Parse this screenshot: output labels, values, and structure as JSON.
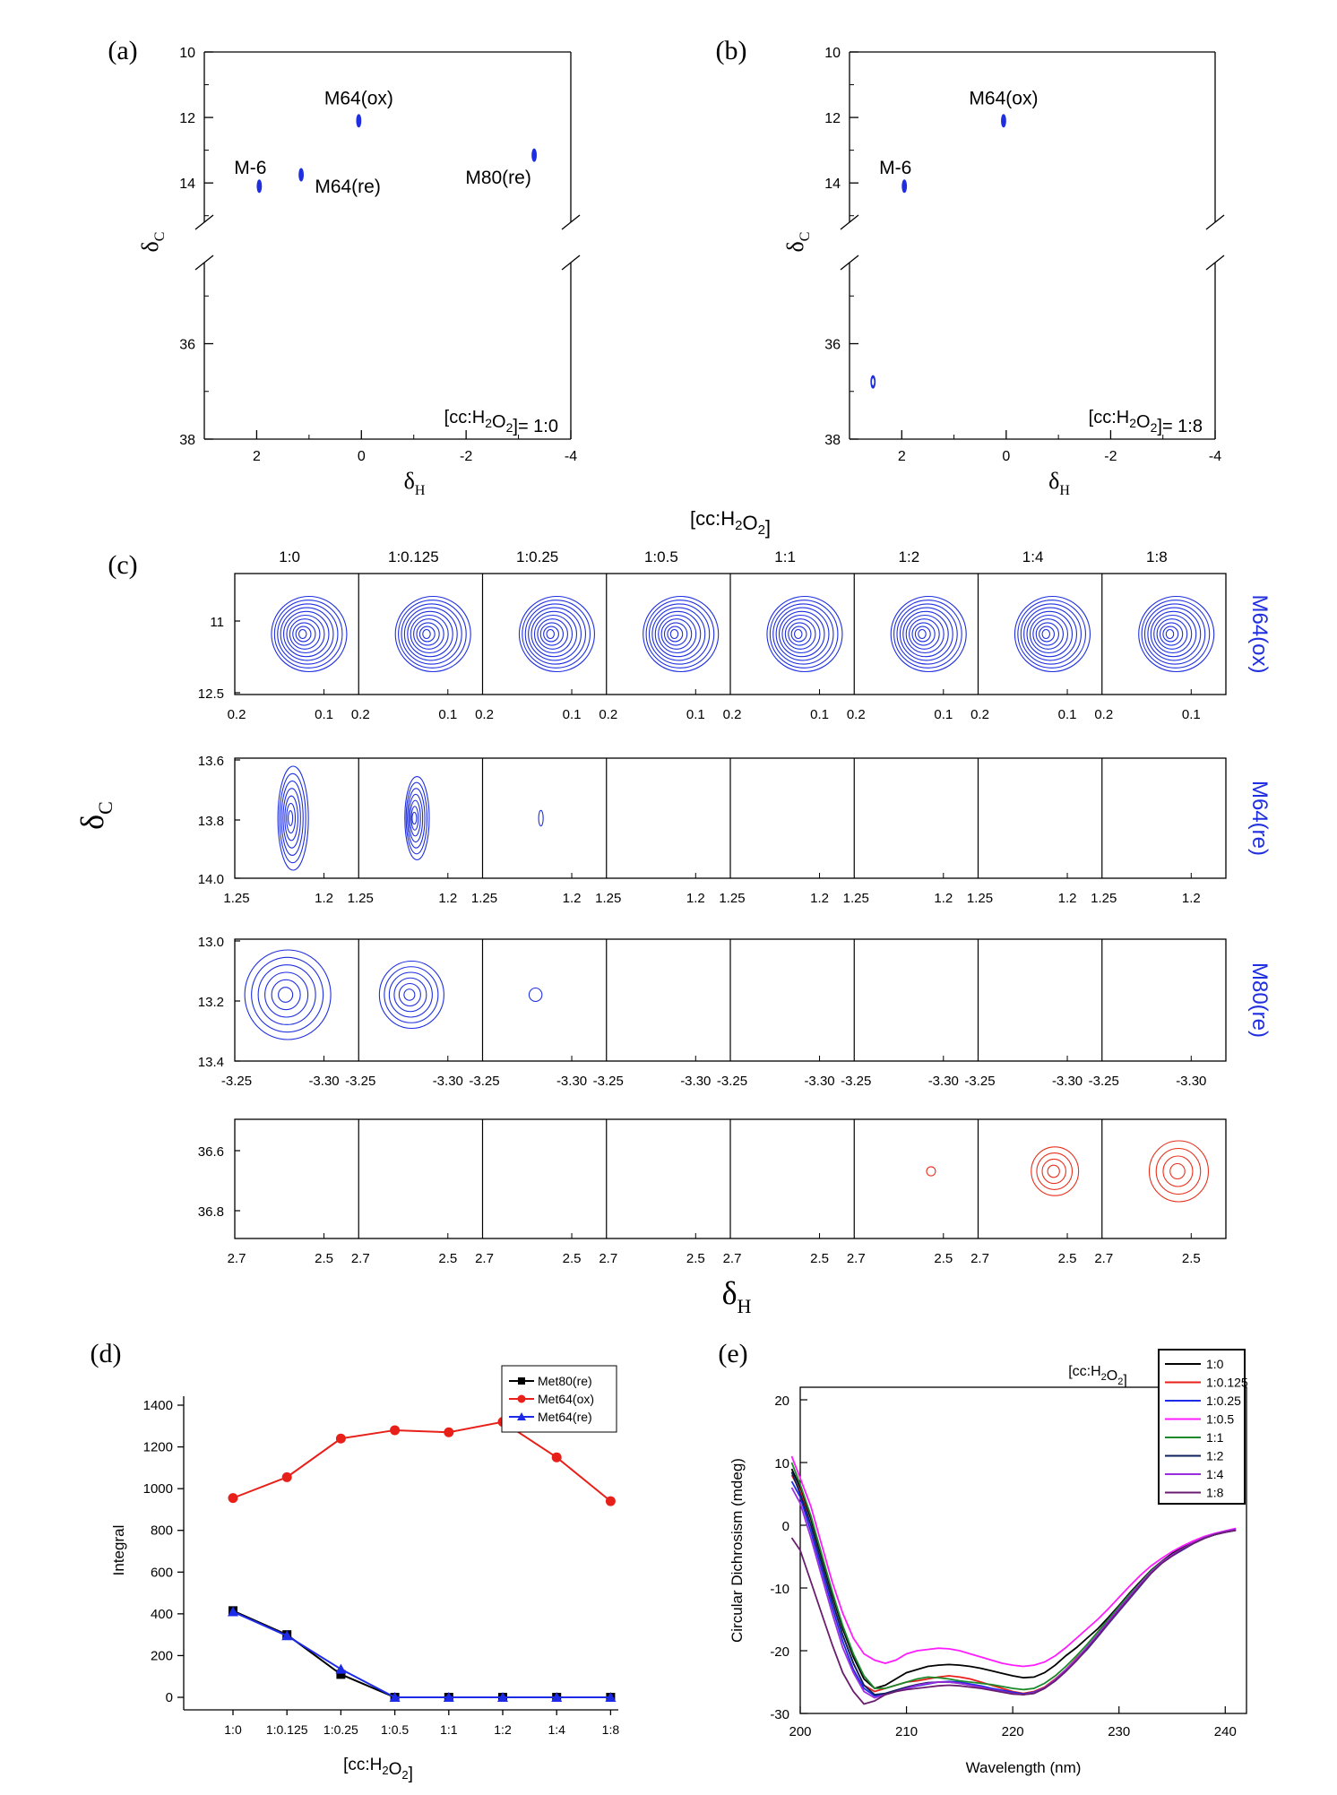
{
  "chart_data": [
    {
      "panel": "(a)",
      "type": "scatter",
      "xlabel": "δH",
      "ylabel": "δC",
      "xlim": [
        3,
        -4
      ],
      "y_ranges": [
        [
          10,
          15.2
        ],
        [
          34.3,
          38
        ]
      ],
      "y_tick_labels": [
        "10",
        "12",
        "14",
        "36",
        "38"
      ],
      "x_tick_labels": [
        "2",
        "0",
        "-2",
        "-4"
      ],
      "condition": "[cc:H2O2]= 1:0",
      "peaks": [
        {
          "label": "M64(ox)",
          "x": 0.05,
          "y": 12.1
        },
        {
          "label": "M-6",
          "x": 1.95,
          "y": 14.1
        },
        {
          "label": "M64(re)",
          "x": 1.15,
          "y": 13.75
        },
        {
          "label": "M80(re)",
          "x": -3.3,
          "y": 13.15
        }
      ]
    },
    {
      "panel": "(b)",
      "type": "scatter",
      "xlabel": "δH",
      "ylabel": "δC",
      "xlim": [
        3,
        -4
      ],
      "y_ranges": [
        [
          10,
          15.2
        ],
        [
          34.3,
          38
        ]
      ],
      "y_tick_labels": [
        "10",
        "12",
        "14",
        "36",
        "38"
      ],
      "x_tick_labels": [
        "2",
        "0",
        "-2",
        "-4"
      ],
      "condition": "[cc:H2O2]= 1:8",
      "peaks": [
        {
          "label": "M64(ox)",
          "x": 0.05,
          "y": 12.1
        },
        {
          "label": "M-6",
          "x": 1.95,
          "y": 14.1
        },
        {
          "label": "",
          "x": 2.55,
          "y": 36.8
        }
      ]
    },
    {
      "panel": "(c)",
      "type": "heatmap",
      "top_label": "[cc:H2O2]",
      "xlabel": "δH",
      "ylabel": "δC",
      "ratios": [
        "1:0",
        "1:0.125",
        "1:0.25",
        "1:0.5",
        "1:1",
        "1:2",
        "1:4",
        "1:8"
      ],
      "rows": [
        {
          "name": "M64(ox)",
          "color": "#1f2fe0",
          "y_tick_labels": [
            "11",
            "12.5"
          ],
          "x_tick_labels": [
            "0.2",
            "0.1"
          ],
          "intensity": [
            1,
            1,
            1,
            1,
            1,
            1,
            1,
            1
          ]
        },
        {
          "name": "M64(re)",
          "color": "#1f2fe0",
          "y_tick_labels": [
            "13.6",
            "13.8",
            "14.0"
          ],
          "x_tick_labels": [
            "1.25",
            "1.2"
          ],
          "intensity": [
            1,
            0.8,
            0.15,
            0,
            0,
            0,
            0,
            0
          ]
        },
        {
          "name": "M80(re)",
          "color": "#1f2fe0",
          "y_tick_labels": [
            "13.0",
            "13.2",
            "13.4"
          ],
          "x_tick_labels": [
            "-3.25",
            "-3.30"
          ],
          "intensity": [
            1,
            0.75,
            0.15,
            0,
            0,
            0,
            0,
            0
          ]
        },
        {
          "name": "",
          "color": "#e8301c",
          "y_tick_labels": [
            "36.6",
            "36.8"
          ],
          "x_tick_labels": [
            "2.7",
            "2.5"
          ],
          "intensity": [
            0,
            0,
            0,
            0,
            0,
            0.15,
            0.8,
            1
          ]
        }
      ]
    },
    {
      "panel": "(d)",
      "type": "line",
      "xlabel": "[cc:H2O2]",
      "ylabel": "Integral",
      "categories": [
        "1:0",
        "1:0.125",
        "1:0.25",
        "1:0.5",
        "1:1",
        "1:2",
        "1:4",
        "1:8"
      ],
      "ylim": [
        0,
        1400
      ],
      "y_ticks": [
        0,
        200,
        400,
        600,
        800,
        1000,
        1200,
        1400
      ],
      "legend_position": "top-right",
      "series": [
        {
          "name": "Met80(re)",
          "color": "#000000",
          "marker": "square",
          "values": [
            415,
            300,
            110,
            0,
            0,
            0,
            0,
            0
          ]
        },
        {
          "name": "Met64(ox)",
          "color": "#e8201a",
          "marker": "circle",
          "values": [
            955,
            1055,
            1240,
            1280,
            1270,
            1320,
            1150,
            940
          ]
        },
        {
          "name": "Met64(re)",
          "color": "#1d2be8",
          "marker": "triangle",
          "values": [
            410,
            295,
            135,
            0,
            0,
            0,
            0,
            0
          ]
        }
      ]
    },
    {
      "panel": "(e)",
      "type": "line",
      "xlabel": "Wavelength (nm)",
      "ylabel": "Circular Dichrosism (mdeg)",
      "xlim": [
        200,
        242
      ],
      "ylim": [
        -30,
        22
      ],
      "x_ticks": [
        200,
        210,
        220,
        230,
        240
      ],
      "y_ticks": [
        -30,
        -20,
        -10,
        0,
        10,
        20
      ],
      "legend_title": "[cc:H2O2]",
      "legend_position": "top-right",
      "x": [
        199.2,
        200,
        201,
        202,
        203,
        204,
        205,
        206,
        207,
        208,
        209,
        210,
        211,
        212,
        213,
        214,
        215,
        216,
        217,
        218,
        219,
        220,
        221,
        222,
        223,
        224,
        225,
        226,
        227,
        228,
        229,
        230,
        231,
        232,
        233,
        234,
        235,
        236,
        237,
        238,
        239,
        240,
        241
      ],
      "series": [
        {
          "name": "1:0",
          "color": "#000000",
          "values": [
            9,
            6,
            1,
            -5,
            -11,
            -16.5,
            -21,
            -24.5,
            -26,
            -25.5,
            -24.5,
            -23.5,
            -23,
            -22.5,
            -22.3,
            -22.2,
            -22.3,
            -22.5,
            -22.8,
            -23.2,
            -23.6,
            -24,
            -24.3,
            -24.2,
            -23.5,
            -22.3,
            -20.8,
            -19.5,
            -18,
            -16.5,
            -14.7,
            -12.8,
            -10.8,
            -9,
            -7.2,
            -5.8,
            -4.5,
            -3.5,
            -2.7,
            -2,
            -1.5,
            -1,
            -0.7
          ]
        },
        {
          "name": "1:0.125",
          "color": "#e8201a",
          "values": [
            8,
            5.5,
            0,
            -6,
            -12,
            -17.5,
            -22,
            -25.5,
            -26.5,
            -26,
            -25.5,
            -25,
            -24.8,
            -24.5,
            -24.2,
            -24,
            -24.2,
            -24.5,
            -25,
            -25.5,
            -26,
            -26.5,
            -26.8,
            -26.5,
            -25.8,
            -24.5,
            -23,
            -21.2,
            -19.5,
            -17.5,
            -15.5,
            -13.5,
            -11.5,
            -9.5,
            -7.5,
            -6,
            -4.8,
            -3.8,
            -2.8,
            -2,
            -1.5,
            -1,
            -0.7
          ]
        },
        {
          "name": "1:0.25",
          "color": "#1d2be8",
          "values": [
            7,
            4.5,
            -1,
            -7,
            -13,
            -18.5,
            -23,
            -26,
            -27.2,
            -27,
            -26.5,
            -26,
            -25.6,
            -25.3,
            -25,
            -24.9,
            -25,
            -25.3,
            -25.6,
            -26,
            -26.3,
            -26.6,
            -26.9,
            -26.6,
            -25.9,
            -24.8,
            -23.3,
            -21.5,
            -19.8,
            -17.8,
            -15.7,
            -13.7,
            -11.7,
            -9.7,
            -7.7,
            -6.1,
            -4.9,
            -3.9,
            -2.9,
            -2.1,
            -1.5,
            -1.1,
            -0.8
          ]
        },
        {
          "name": "1:0.5",
          "color": "#ff1cff",
          "values": [
            11,
            7.5,
            3,
            -3,
            -9,
            -14,
            -18,
            -20.5,
            -21.5,
            -22,
            -21.5,
            -20.5,
            -20,
            -19.8,
            -19.6,
            -19.7,
            -20,
            -20.5,
            -21,
            -21.5,
            -22,
            -22.3,
            -22.5,
            -22.3,
            -21.8,
            -20.8,
            -19.5,
            -18,
            -16.5,
            -15,
            -13.3,
            -11.5,
            -9.7,
            -8,
            -6.5,
            -5.3,
            -4.2,
            -3.3,
            -2.5,
            -1.8,
            -1.3,
            -0.9,
            -0.5
          ]
        },
        {
          "name": "1:1",
          "color": "#1a8a2a",
          "values": [
            10,
            6.5,
            1.5,
            -4.5,
            -10.5,
            -16,
            -20.5,
            -24,
            -26,
            -26,
            -25.5,
            -25,
            -24.5,
            -24.2,
            -24.3,
            -24.5,
            -24.8,
            -25,
            -25.2,
            -25.4,
            -25.7,
            -26,
            -26.2,
            -26,
            -25.2,
            -24,
            -22.5,
            -20.8,
            -19,
            -17,
            -15,
            -13,
            -11,
            -9.2,
            -7.3,
            -5.9,
            -4.7,
            -3.7,
            -2.8,
            -2,
            -1.5,
            -1,
            -0.7
          ]
        },
        {
          "name": "1:2",
          "color": "#0c1f5e",
          "values": [
            8.5,
            5,
            0,
            -6,
            -12,
            -17.5,
            -22,
            -25.5,
            -27,
            -26.8,
            -26.3,
            -25.8,
            -25.4,
            -25.1,
            -25,
            -25,
            -25.2,
            -25.5,
            -25.8,
            -26.2,
            -26.5,
            -26.8,
            -27,
            -26.8,
            -26,
            -24.8,
            -23.2,
            -21.5,
            -19.6,
            -17.6,
            -15.5,
            -13.5,
            -11.5,
            -9.5,
            -7.6,
            -6,
            -4.8,
            -3.8,
            -2.9,
            -2.1,
            -1.5,
            -1.1,
            -0.8
          ]
        },
        {
          "name": "1:4",
          "color": "#9b2de0",
          "values": [
            6,
            3.5,
            -2,
            -8,
            -14,
            -19.5,
            -23.5,
            -26.5,
            -27.5,
            -27,
            -26.5,
            -26,
            -25.5,
            -25.2,
            -25,
            -25,
            -25.2,
            -25.5,
            -25.8,
            -26.2,
            -26.5,
            -26.8,
            -27,
            -26.7,
            -25.9,
            -24.6,
            -23,
            -21.3,
            -19.4,
            -17.4,
            -15.3,
            -13.3,
            -11.3,
            -9.3,
            -7.5,
            -5.9,
            -4.7,
            -3.7,
            -2.8,
            -2,
            -1.4,
            -1,
            -0.6
          ]
        },
        {
          "name": "1:8",
          "color": "#6a1d6e",
          "values": [
            -2,
            -4,
            -9,
            -14,
            -19,
            -23.5,
            -26.5,
            -28.5,
            -28,
            -27,
            -26.5,
            -26.2,
            -26,
            -25.8,
            -25.6,
            -25.5,
            -25.6,
            -25.8,
            -26,
            -26.3,
            -26.6,
            -26.9,
            -27,
            -26.8,
            -26,
            -24.8,
            -23.3,
            -21.6,
            -19.7,
            -17.7,
            -15.6,
            -13.6,
            -11.6,
            -9.6,
            -7.7,
            -6.1,
            -4.9,
            -3.8,
            -2.9,
            -2.1,
            -1.5,
            -1.1,
            -0.8
          ]
        }
      ]
    }
  ]
}
